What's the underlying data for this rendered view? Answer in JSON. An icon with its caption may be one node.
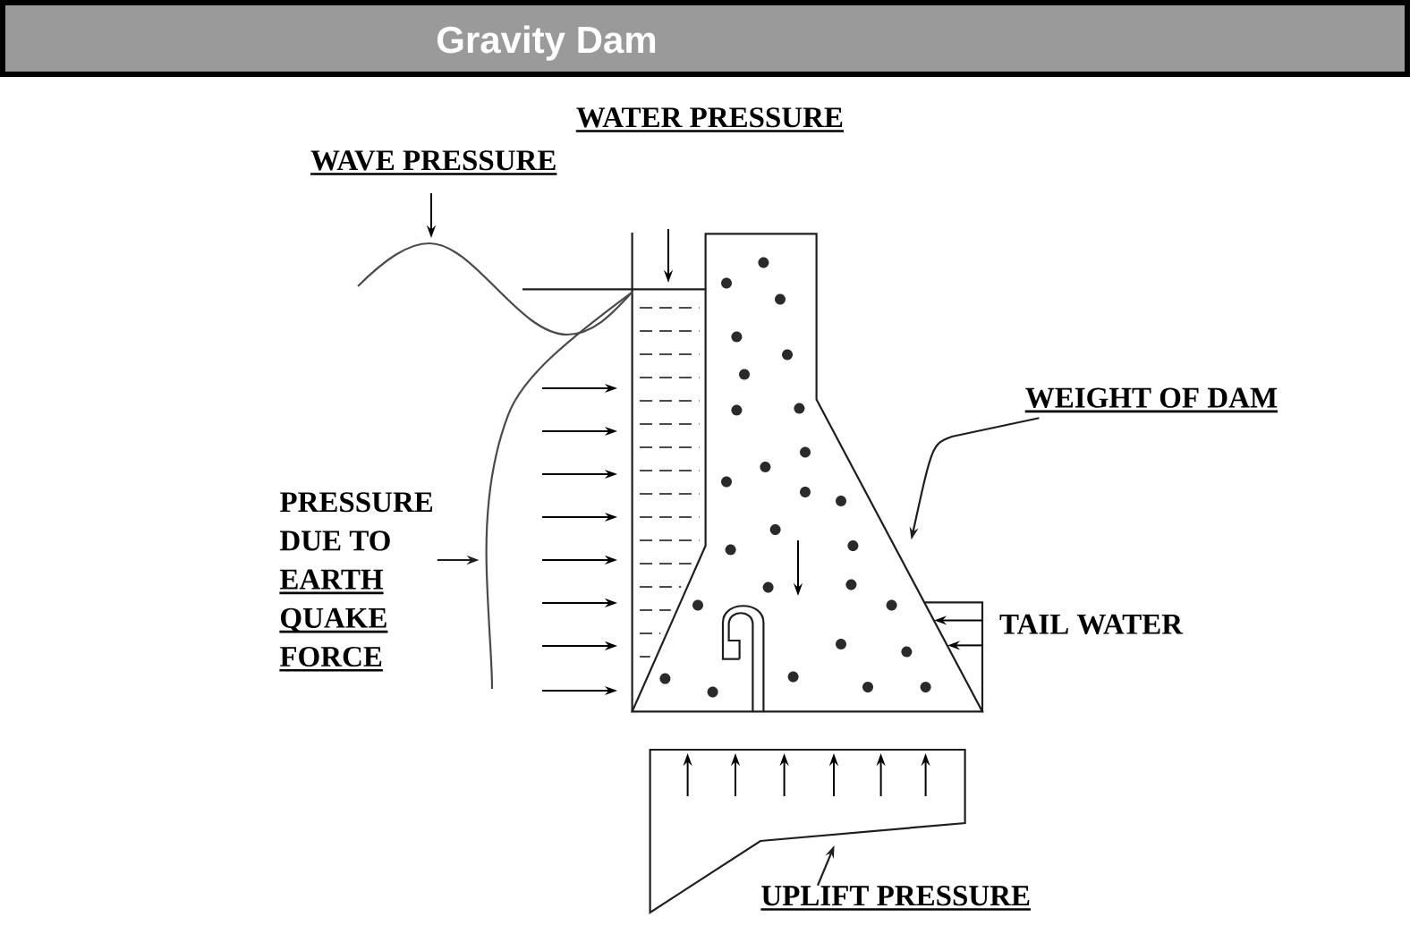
{
  "diagram": {
    "title": "Gravity Dam",
    "nodes": [
      {
        "text": [
          "WEIGHT OF DAM"
        ]
      },
      {
        "text": [],
        "shape": "picture"
      },
      {
        "text": [
          "PRESSURE DUE TO",
          "EARTH QUAKE FORCE"
        ]
      },
      {
        "text": [],
        "shape": "curve"
      },
      {
        "text": [],
        "shape": "picture"
      },
      {
        "text": [
          "UPLIFT PRESSURE"
        ]
      }
    ],
    "edges": [
      {
        "from": 0,
        "to": 1,
        "arrow": "to"
      },
      {
        "from": 2,
        "to": 3,
        "arrow": "to"
      },
      {
        "from": 5,
        "to": 4,
        "arrow": "to"
      }
    ],
    "labels": [
      "WATER PRESSURE",
      "WAVE PRESSURE",
      "TAIL WATER"
    ]
  }
}
